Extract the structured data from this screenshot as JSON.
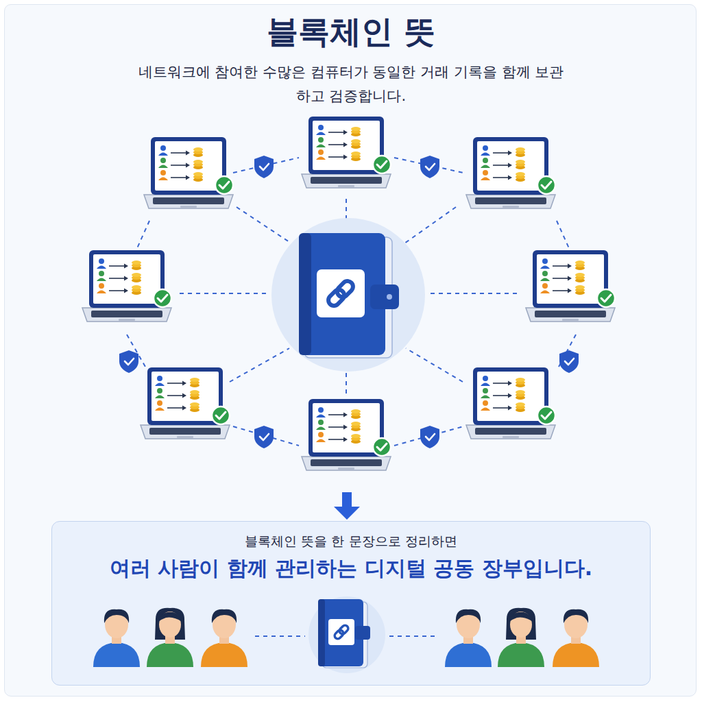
{
  "diagram": {
    "title": "블록체인 뜻",
    "nodes": [
      {
        "text": [
          "블록체인 뜻을 한 문장으로 정리하면",
          "여러 사람이 함께 관리하는 디지털 공동 장부입니다."
        ]
      }
    ],
    "labels": [
      "네트워크에 참여한 수많은 컴퓨터가 동일한 거래 기록을 함께 보관하고 검증합니다."
    ]
  }
}
